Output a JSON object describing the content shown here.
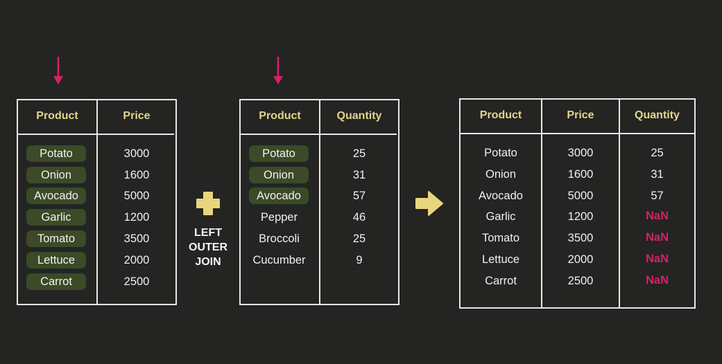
{
  "colors": {
    "background": "#242423",
    "header": "#e3d58a",
    "match_pill": "#3b4a27",
    "arrow": "#d4226a",
    "nan": "#d4226a",
    "operator": "#e8d67c"
  },
  "left_table": {
    "headers": [
      "Product",
      "Price"
    ],
    "rows": [
      {
        "product": "Potato",
        "price": "3000"
      },
      {
        "product": "Onion",
        "price": "1600"
      },
      {
        "product": "Avocado",
        "price": "5000"
      },
      {
        "product": "Garlic",
        "price": "1200"
      },
      {
        "product": "Tomato",
        "price": "3500"
      },
      {
        "product": "Lettuce",
        "price": "2000"
      },
      {
        "product": "Carrot",
        "price": "2500"
      }
    ]
  },
  "right_table": {
    "headers": [
      "Product",
      "Quantity"
    ],
    "rows": [
      {
        "product": "Potato",
        "quantity": "25"
      },
      {
        "product": "Onion",
        "quantity": "31"
      },
      {
        "product": "Avocado",
        "quantity": "57"
      },
      {
        "product": "Pepper",
        "quantity": "46"
      },
      {
        "product": "Broccoli",
        "quantity": "25"
      },
      {
        "product": "Cucumber",
        "quantity": "9"
      }
    ]
  },
  "operator": {
    "label_line1": "LEFT",
    "label_line2": "OUTER",
    "label_line3": "JOIN",
    "plus_icon": "plus-icon",
    "arrow_icon": "arrow-right-icon"
  },
  "result_table": {
    "headers": [
      "Product",
      "Price",
      "Quantity"
    ],
    "rows": [
      {
        "product": "Potato",
        "price": "3000",
        "quantity": "25"
      },
      {
        "product": "Onion",
        "price": "1600",
        "quantity": "31"
      },
      {
        "product": "Avocado",
        "price": "5000",
        "quantity": "57"
      },
      {
        "product": "Garlic",
        "price": "1200",
        "quantity": "NaN"
      },
      {
        "product": "Tomato",
        "price": "3500",
        "quantity": "NaN"
      },
      {
        "product": "Lettuce",
        "price": "2000",
        "quantity": "NaN"
      },
      {
        "product": "Carrot",
        "price": "2500",
        "quantity": "NaN"
      }
    ]
  }
}
